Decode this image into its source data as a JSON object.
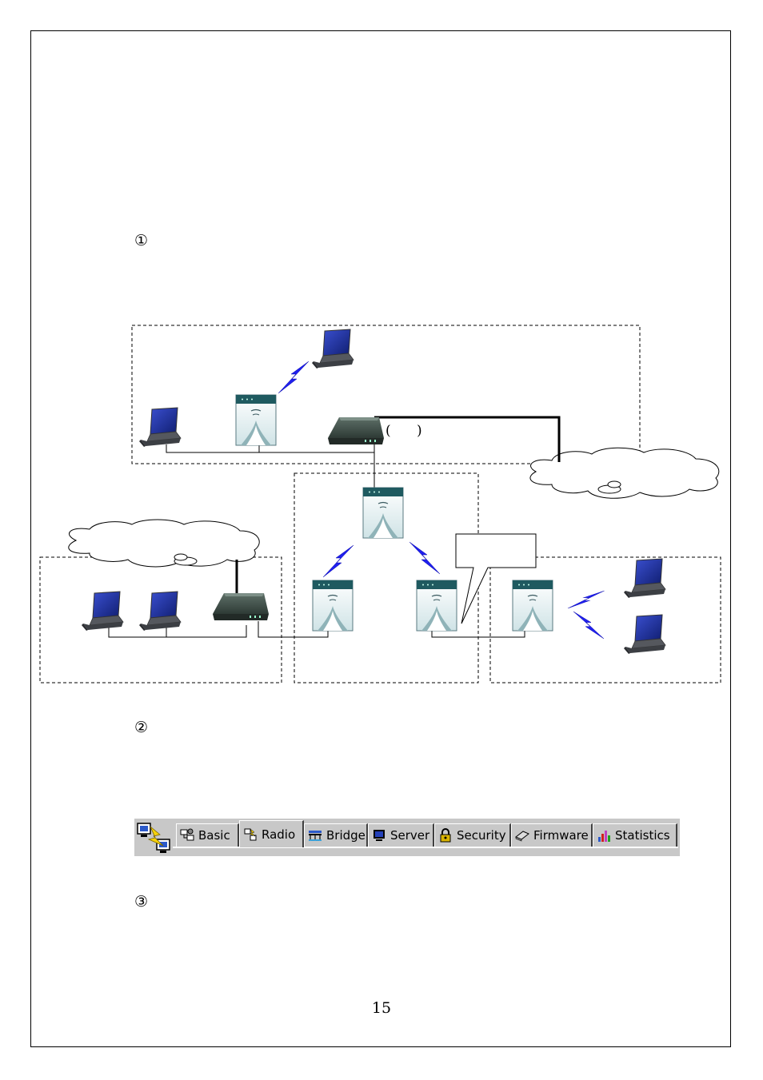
{
  "steps": {
    "step1_marker": "①",
    "step2_marker": "②",
    "step3_marker": "③"
  },
  "diagram": {
    "router_label_parens": "(      )"
  },
  "toolbar": {
    "tabs": [
      {
        "label": "Basic",
        "icon": "network-settings-icon"
      },
      {
        "label": "Radio",
        "icon": "radio-antenna-icon"
      },
      {
        "label": "Bridge",
        "icon": "bridge-icon"
      },
      {
        "label": "Server",
        "icon": "server-monitor-icon"
      },
      {
        "label": "Security",
        "icon": "padlock-icon"
      },
      {
        "label": "Firmware",
        "icon": "chip-icon"
      },
      {
        "label": "Statistics",
        "icon": "bar-chart-icon"
      }
    ],
    "active_tab": "Radio"
  },
  "page_number": "15"
}
